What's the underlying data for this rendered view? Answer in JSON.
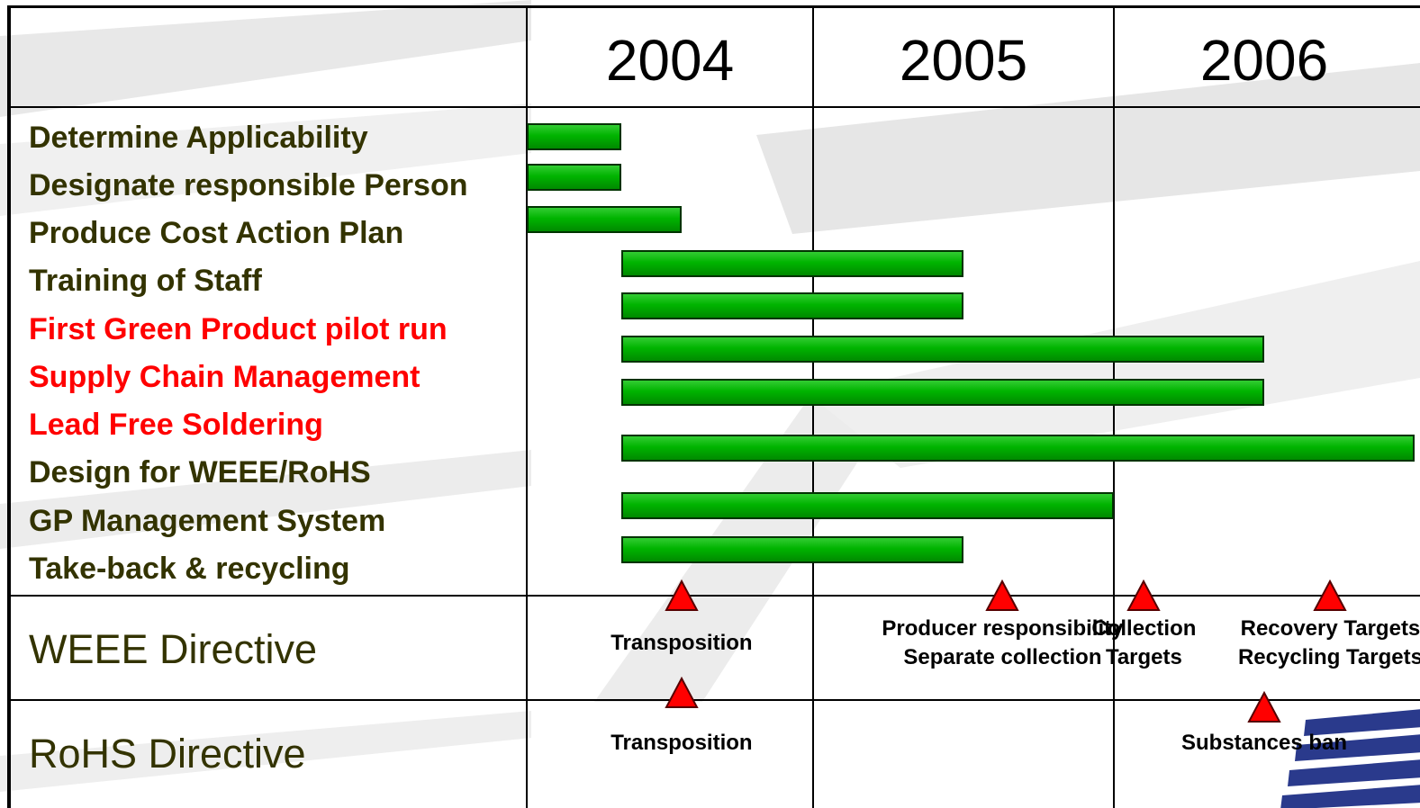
{
  "years": [
    "2004",
    "2005",
    "2006"
  ],
  "tasks": [
    {
      "label": "Determine Applicability",
      "color": "#333300",
      "start": 2004.0,
      "end": 2004.33
    },
    {
      "label": "Designate responsible Person",
      "color": "#333300",
      "start": 2004.0,
      "end": 2004.33
    },
    {
      "label": "Produce Cost Action Plan",
      "color": "#333300",
      "start": 2004.0,
      "end": 2004.54
    },
    {
      "label": "Training of Staff",
      "color": "#333300",
      "start": 2004.33,
      "end": 2005.5
    },
    {
      "label": "First Green Product pilot run",
      "color": "#ff0000",
      "start": 2004.33,
      "end": 2005.5
    },
    {
      "label": "Supply Chain Management",
      "color": "#ff0000",
      "start": 2004.33,
      "end": 2006.5
    },
    {
      "label": "Lead Free Soldering",
      "color": "#ff0000",
      "start": 2004.33,
      "end": 2006.5
    },
    {
      "label": "Design for WEEE/RoHS",
      "color": "#333300",
      "start": 2004.33,
      "end": 2007.0
    },
    {
      "label": "GP Management System",
      "color": "#333300",
      "start": 2004.33,
      "end": 2006.0
    },
    {
      "label": "Take-back & recycling",
      "color": "#333300",
      "start": 2004.33,
      "end": 2005.5
    }
  ],
  "directives": [
    {
      "name": "WEEE Directive",
      "milestones": [
        {
          "date": 2004.54,
          "label": "Transposition"
        },
        {
          "date": 2005.63,
          "label": "Producer responsibility\nSeparate collection"
        },
        {
          "date": 2006.1,
          "label": "Collection\nTargets"
        },
        {
          "date": 2006.72,
          "label": "Recovery Targets\nRecycling Targets"
        }
      ]
    },
    {
      "name": "RoHS Directive",
      "milestones": [
        {
          "date": 2004.54,
          "label": "Transposition"
        },
        {
          "date": 2006.5,
          "label": "Substances ban"
        }
      ]
    }
  ],
  "colors": {
    "bar": "#00b400",
    "milestone": "#ff0000",
    "grid": "#000000"
  }
}
